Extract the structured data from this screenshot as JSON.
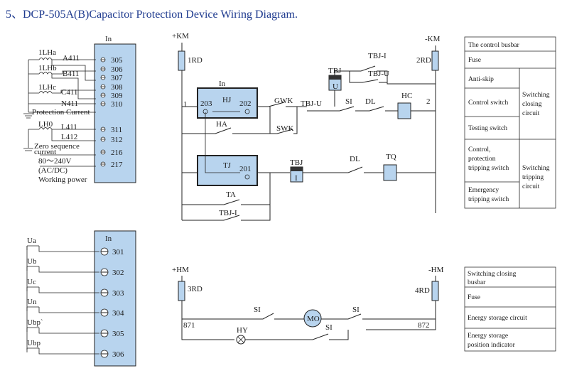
{
  "title": "5、DCP-505A(B)Capacitor Protection Device Wiring Diagram.",
  "top_left": {
    "header": "In",
    "inputs": [
      {
        "label": "1LHa",
        "net": "A411",
        "terminal": "305"
      },
      {
        "label": "1LHb",
        "net": "B411",
        "terminal": "306"
      },
      {
        "label": "",
        "net": "",
        "terminal": "307"
      },
      {
        "label": "1LHc",
        "net": "C411",
        "terminal": "308"
      },
      {
        "label": "",
        "net": "",
        "terminal": "309"
      },
      {
        "label": "",
        "net": "N411",
        "terminal": "310"
      },
      {
        "label": "LH0",
        "net": "L411",
        "terminal": "311"
      },
      {
        "label": "",
        "net": "L412",
        "terminal": "312"
      },
      {
        "label": "",
        "net": "",
        "terminal": "216"
      },
      {
        "label": "",
        "net": "",
        "terminal": "217"
      }
    ],
    "protection_current": "Protection Current",
    "zero_sequence": "Zero sequence",
    "current": "current",
    "voltage_range": "80～240V",
    "ac_dc": "(AC/DC)",
    "working_power": "Working power"
  },
  "bottom_left": {
    "header": "In",
    "inputs": [
      {
        "label": "Ua",
        "terminal": "301"
      },
      {
        "label": "Ub",
        "terminal": "302"
      },
      {
        "label": "Uc",
        "terminal": "303"
      },
      {
        "label": "Un",
        "terminal": "304"
      },
      {
        "label": "Ubp`",
        "terminal": "305"
      },
      {
        "label": "Ubp",
        "terminal": "306"
      }
    ]
  },
  "control_circuit": {
    "plus_km": "+KM",
    "minus_km": "-KM",
    "fuse_left": "1RD",
    "fuse_right": "2RD",
    "in_label": "In",
    "node_1": "1",
    "node_2": "2",
    "hj_block": {
      "left": "203",
      "name": "HJ",
      "right": "202"
    },
    "tj_block": {
      "name": "TJ",
      "right": "201"
    },
    "gwk": "GWK",
    "swk": "SWK",
    "ha": "HA",
    "tbj_u_label": "TBJ-U",
    "si": "SI",
    "dl": "DL",
    "hc": "HC",
    "tbj_top": "TBJ",
    "tbj_top_letter": "U",
    "tbj_i_top": "TBJ-I",
    "tbj_u_top": "TBJ-U",
    "tbj_mid": "TBJ",
    "tbj_mid_letter": "I",
    "dl2": "DL",
    "tq": "TQ",
    "ta": "TA",
    "tbj_i_bottom": "TBJ-I"
  },
  "energy_circuit": {
    "plus_hm": "+HM",
    "minus_hm": "-HM",
    "fuse_left": "3RD",
    "fuse_right": "4RD",
    "node_left": "871",
    "node_right": "872",
    "si_left": "SI",
    "si_right": "SI",
    "si_bottom": "SI",
    "motor": "MO",
    "lamp": "HY"
  },
  "legend_top": {
    "rows": [
      {
        "text": "The control busbar"
      },
      {
        "text": "Fuse"
      },
      {
        "text": "Anti-skip"
      },
      {
        "text": "Control switch"
      },
      {
        "text": "Testing switch"
      },
      {
        "text_lines": [
          "Control,",
          "protection",
          "tripping switch"
        ]
      },
      {
        "text_lines": [
          "Emergency",
          "tripping switch"
        ]
      }
    ],
    "group_closing": [
      "Switching",
      "closing",
      "circuit"
    ],
    "group_tripping": [
      "Switching",
      "tripping",
      "circuit"
    ]
  },
  "legend_bottom": {
    "rows": [
      {
        "text_lines": [
          "Switching closing",
          "busbar"
        ]
      },
      {
        "text": "Fuse"
      },
      {
        "text": "Energy storage circuit"
      },
      {
        "text_lines": [
          "Energy storage",
          "position indicator"
        ]
      }
    ]
  }
}
